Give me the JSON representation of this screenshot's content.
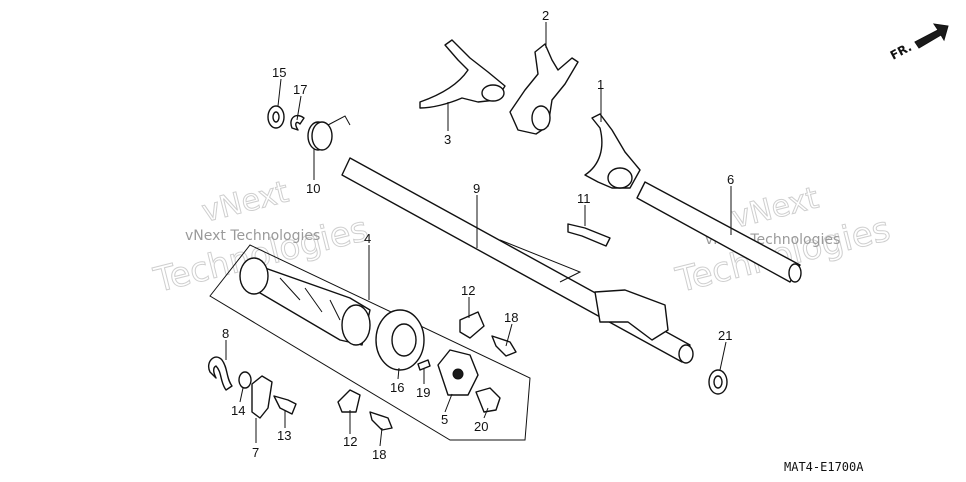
{
  "diagram": {
    "code": "MAT4-E1700A",
    "front_marker": "FR.",
    "watermark_lines": [
      "vNext Technologies",
      "vNext Technologies"
    ],
    "callouts": [
      "1",
      "2",
      "3",
      "4",
      "5",
      "6",
      "7",
      "8",
      "9",
      "10",
      "11",
      "12",
      "12",
      "13",
      "14",
      "15",
      "16",
      "17",
      "18",
      "18",
      "19",
      "20",
      "21"
    ]
  }
}
